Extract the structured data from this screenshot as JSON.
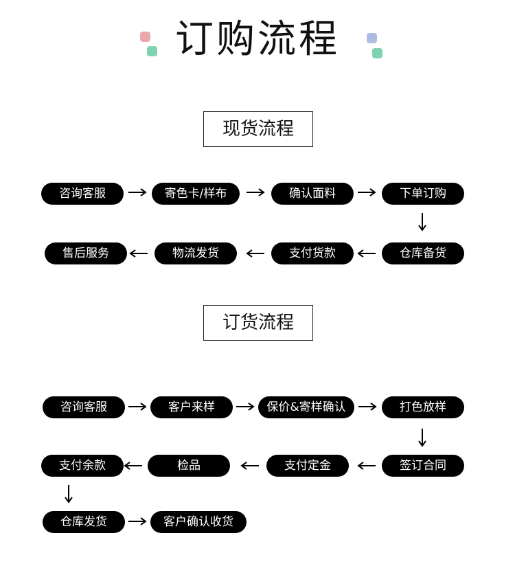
{
  "page_title": "订购流程",
  "colors": {
    "dot_pink": "#e8a9ac",
    "dot_mint_left": "#7fd3b0",
    "dot_lavender": "#aebbe2",
    "dot_mint_right": "#7fd3b0",
    "pill_bg": "#000000",
    "pill_text": "#ffffff"
  },
  "sections": [
    {
      "title": "现货流程",
      "steps": [
        "咨询客服",
        "寄色卡/样布",
        "确认面料",
        "下单订购",
        "仓库备货",
        "支付货款",
        "物流发货",
        "售后服务"
      ]
    },
    {
      "title": "订货流程",
      "steps": [
        "咨询客服",
        "客户来样",
        "保价&寄样确认",
        "打色放样",
        "签订合同",
        "支付定金",
        "检品",
        "支付余款",
        "仓库发货",
        "客户确认收货"
      ]
    }
  ],
  "icons": {
    "arrow_right": "arrow-right-icon",
    "arrow_left": "arrow-left-icon",
    "arrow_down": "arrow-down-icon"
  }
}
